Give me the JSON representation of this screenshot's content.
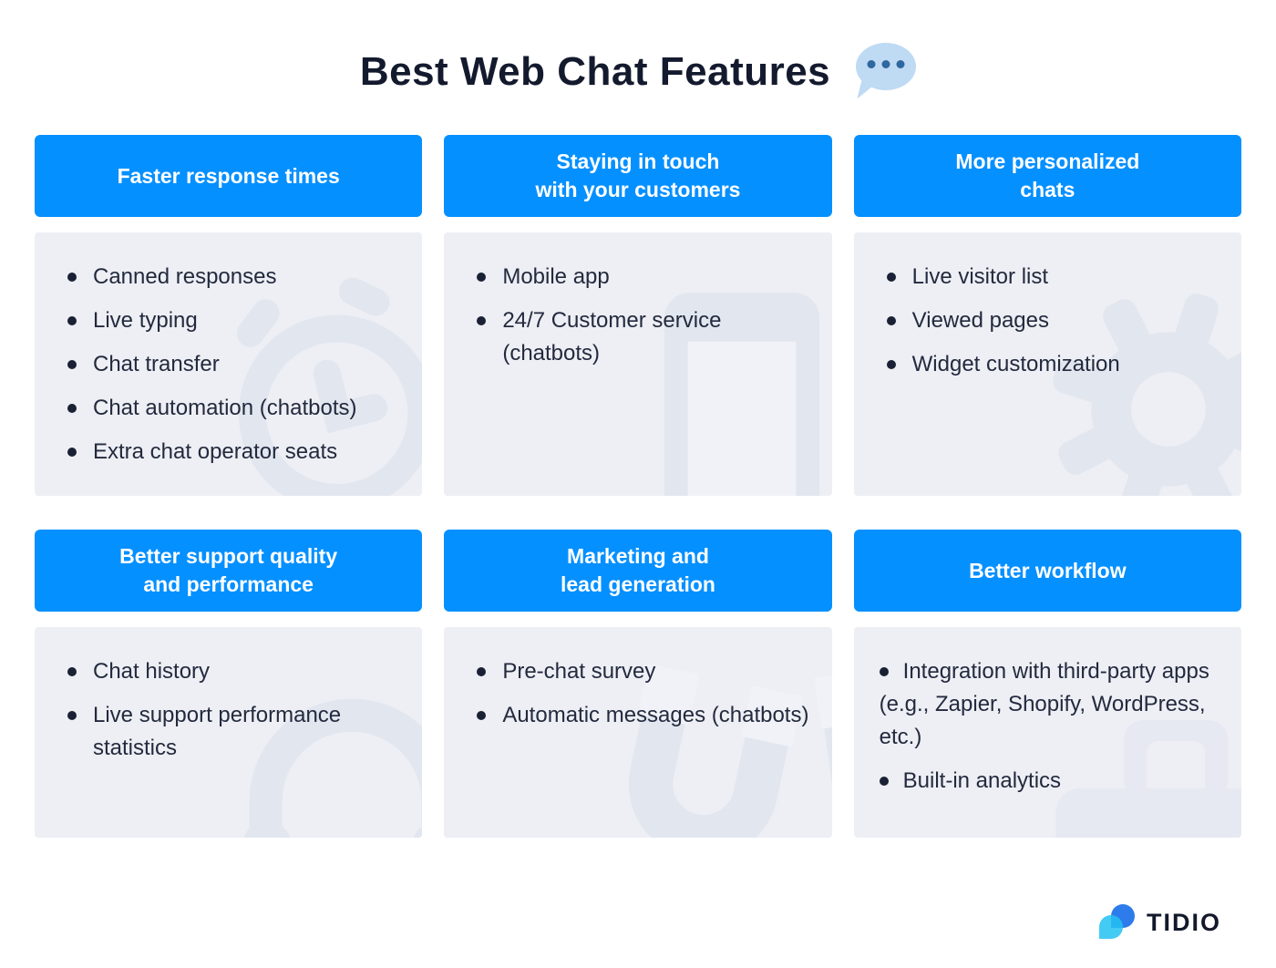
{
  "page": {
    "title": "Best Web Chat Features",
    "title_icon": "speech-bubble-icon",
    "background": "#FFFFFF"
  },
  "colors": {
    "header_blue": "#0590FF",
    "title_text": "#141A2E",
    "body_text": "#232A3E",
    "card_background": "#EDEFF4",
    "watermark": "#E2E6EF",
    "bubble_fill": "#BFDAF3",
    "bubble_dots": "#2F679F",
    "logo_blue": "#2E7CEC",
    "logo_cyan": "#23C2F2"
  },
  "cards": [
    {
      "title_lines": [
        "Faster response times"
      ],
      "items": [
        "Canned responses",
        "Live typing",
        "Chat transfer",
        "Chat automation (chatbots)",
        "Extra chat operator seats"
      ],
      "watermark_icon": "alarm-clock-icon",
      "hanging_indent": true
    },
    {
      "title_lines": [
        "Staying in touch",
        "with your customers"
      ],
      "items": [
        "Mobile app",
        "24/7 Customer service (chatbots)"
      ],
      "watermark_icon": "smartphone-icon",
      "hanging_indent": true
    },
    {
      "title_lines": [
        "More personalized",
        "chats"
      ],
      "items": [
        "Live visitor list",
        "Viewed pages",
        "Widget customization"
      ],
      "watermark_icon": "gear-icon",
      "hanging_indent": true
    },
    {
      "title_lines": [
        "Better support quality",
        "and performance"
      ],
      "items": [
        "Chat history",
        "Live support performance statistics"
      ],
      "watermark_icon": "headphones-icon",
      "hanging_indent": true
    },
    {
      "title_lines": [
        "Marketing and",
        "lead generation"
      ],
      "items": [
        "Pre-chat survey",
        "Automatic messages (chatbots)"
      ],
      "watermark_icon": "magnet-icon",
      "hanging_indent": true
    },
    {
      "title_lines": [
        "Better workflow"
      ],
      "items": [
        "Integration with third-party apps (e.g., Zapier, Shopify, WordPress, etc.)",
        "Built-in analytics"
      ],
      "watermark_icon": "briefcase-icon",
      "hanging_indent": false
    }
  ],
  "footer": {
    "brand": "TIDIO",
    "logo_icon": "tidio-logo-icon"
  }
}
